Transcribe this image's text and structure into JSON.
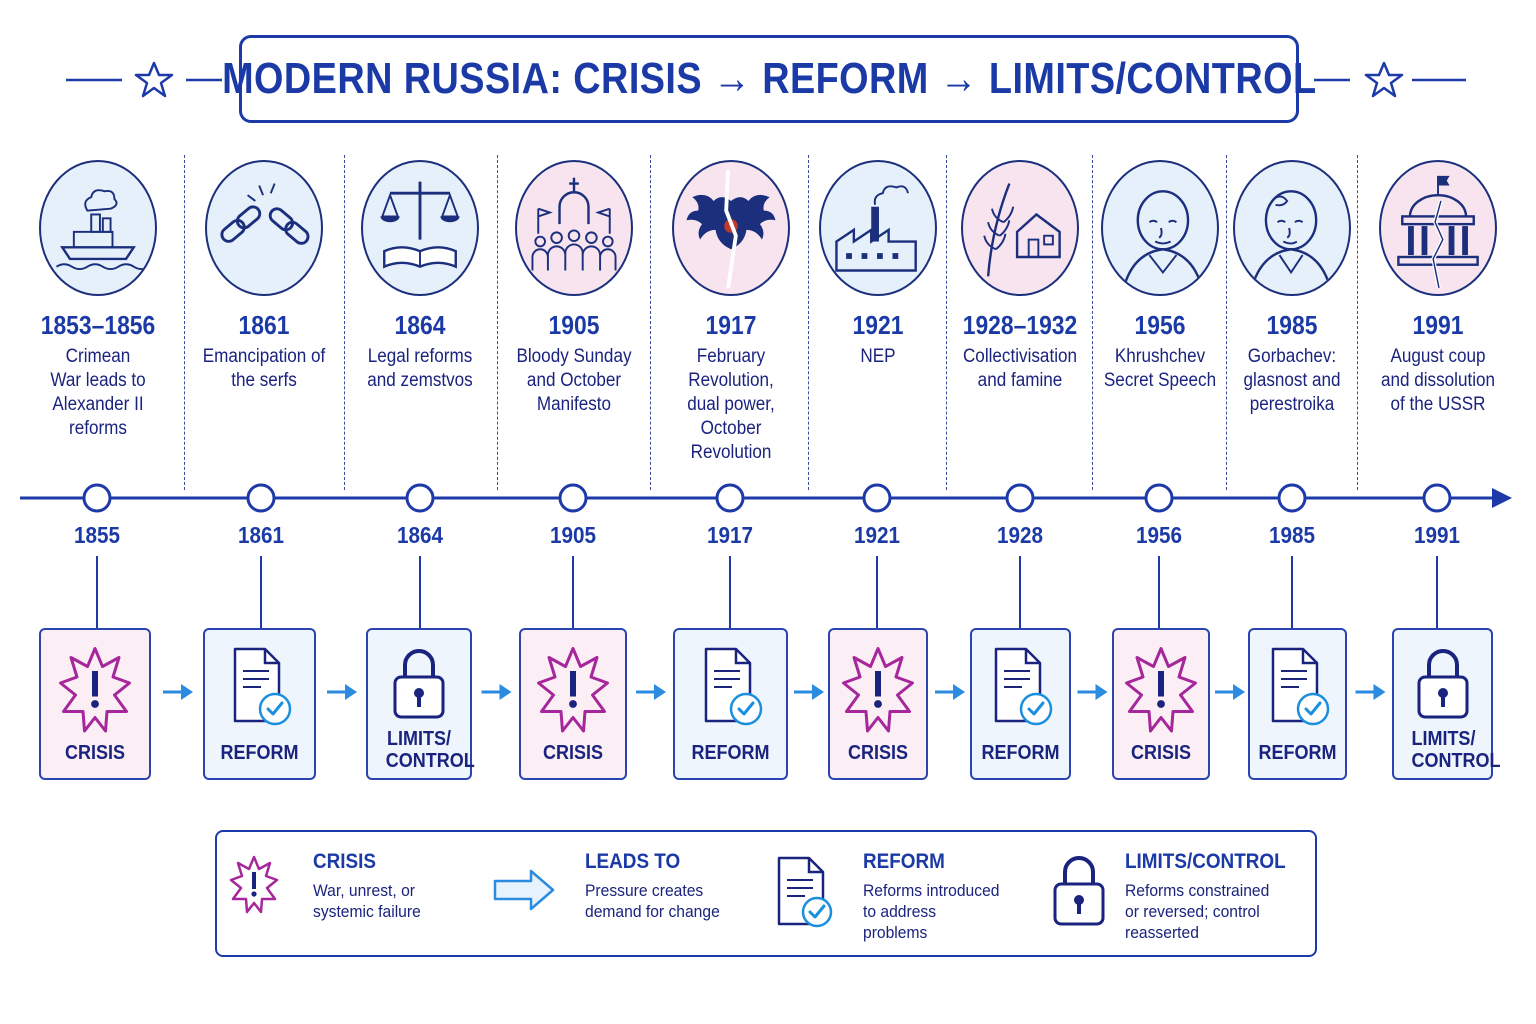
{
  "title": "MODERN RUSSIA: CRISIS → REFORM → LIMITS/CONTROL",
  "colors": {
    "primary": "#1b3aa6",
    "crisis": "#a5279b",
    "reform_accent": "#1a8fe0",
    "crisis_bg": "#fbeef5",
    "reform_bg": "#eef5fd"
  },
  "eras": [
    {
      "range": "1853–1856",
      "description": "Crimean War leads to Alexander II reforms",
      "icon": "steamship-icon",
      "tint": "blue"
    },
    {
      "range": "1861",
      "description": "Emancipation of the serfs",
      "icon": "broken-chain-icon",
      "tint": "blue"
    },
    {
      "range": "1864",
      "description": "Legal reforms and zemstvos",
      "icon": "scales-of-justice-icon",
      "tint": "blue"
    },
    {
      "range": "1905",
      "description": "Bloody Sunday and October Manifesto",
      "icon": "crowd-protest-icon",
      "tint": "pink"
    },
    {
      "range": "1917",
      "description": "February Revolution, dual power, October Revolution",
      "icon": "double-headed-eagle-icon",
      "tint": "pink"
    },
    {
      "range": "1921",
      "description": "NEP",
      "icon": "factory-icon",
      "tint": "blue"
    },
    {
      "range": "1928–1932",
      "description": "Collectivisation and famine",
      "icon": "wheat-farmhouse-icon",
      "tint": "pink"
    },
    {
      "range": "1956",
      "description": "Khrushchev Secret Speech",
      "icon": "khrushchev-portrait-icon",
      "tint": "blue"
    },
    {
      "range": "1985",
      "description": "Gorbachev: glasnost and perestroika",
      "icon": "gorbachev-portrait-icon",
      "tint": "blue"
    },
    {
      "range": "1991",
      "description": "August coup and dissolution of the USSR",
      "icon": "cracked-parliament-icon",
      "tint": "pink"
    }
  ],
  "timeline_years": [
    "1855",
    "1861",
    "1864",
    "1905",
    "1917",
    "1921",
    "1928",
    "1956",
    "1985",
    "1991"
  ],
  "stages": [
    {
      "type": "crisis",
      "label": "CRISIS",
      "icon": "starburst-warning-icon"
    },
    {
      "type": "reform",
      "label": "REFORM",
      "icon": "document-check-icon"
    },
    {
      "type": "limits",
      "label": "LIMITS/ CONTROL",
      "icon": "padlock-icon"
    },
    {
      "type": "crisis",
      "label": "CRISIS",
      "icon": "starburst-warning-icon"
    },
    {
      "type": "reform",
      "label": "REFORM",
      "icon": "document-check-icon"
    },
    {
      "type": "crisis",
      "label": "CRISIS",
      "icon": "starburst-warning-icon"
    },
    {
      "type": "reform",
      "label": "REFORM",
      "icon": "document-check-icon"
    },
    {
      "type": "crisis",
      "label": "CRISIS",
      "icon": "starburst-warning-icon"
    },
    {
      "type": "reform",
      "label": "REFORM",
      "icon": "document-check-icon"
    },
    {
      "type": "limits",
      "label": "LIMITS/ CONTROL",
      "icon": "padlock-icon"
    }
  ],
  "legend": [
    {
      "title": "CRISIS",
      "description": "War, unrest, or systemic failure",
      "icon": "starburst-warning-icon"
    },
    {
      "title": "LEADS TO",
      "description": "Pressure creates demand for change",
      "icon": "arrow-right-icon"
    },
    {
      "title": "REFORM",
      "description": "Reforms introduced to address problems",
      "icon": "document-check-icon"
    },
    {
      "title": "LIMITS/CONTROL",
      "description": "Reforms constrained or reversed; control reasserted",
      "icon": "padlock-icon"
    }
  ]
}
